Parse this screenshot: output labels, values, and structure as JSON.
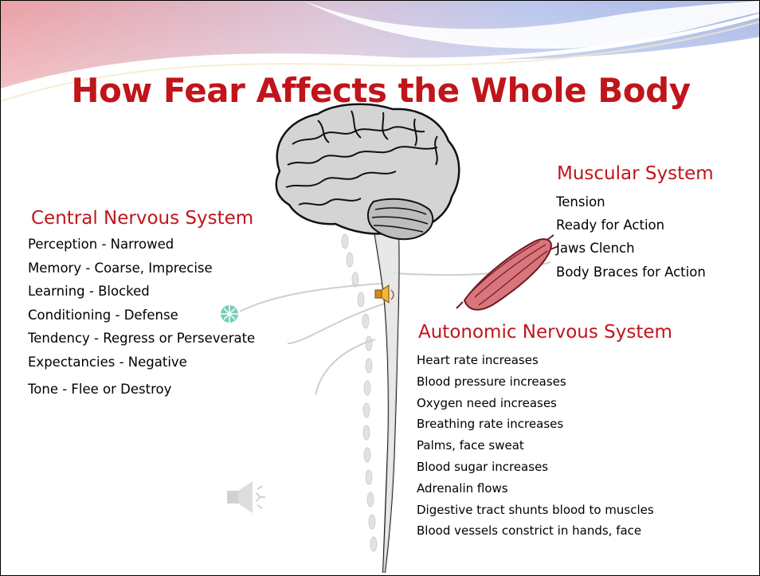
{
  "slide": {
    "title": "How Fear Affects the Whole Body"
  },
  "central_nervous_system": {
    "heading": "Central Nervous System",
    "items": [
      "Perception - Narrowed",
      "Memory - Coarse, Imprecise",
      "Learning - Blocked",
      "Conditioning - Defense",
      "Tendency - Regress or Perseverate",
      "Expectancies - Negative",
      "Tone - Flee or Destroy"
    ]
  },
  "muscular_system": {
    "heading": "Muscular System",
    "items": [
      "Tension",
      "Ready for Action",
      "Jaws Clench",
      "Body Braces for Action"
    ]
  },
  "autonomic_nervous_system": {
    "heading": "Autonomic Nervous System",
    "items": [
      "Heart rate increases",
      "Blood pressure increases",
      "Oxygen need increases",
      "Breathing rate increases",
      "Palms, face sweat",
      "Blood sugar increases",
      "Adrenalin flows",
      "Digestive tract shunts blood to muscles",
      "Blood vessels constrict in hands, face"
    ]
  },
  "colors": {
    "title": "#c0151b",
    "heading": "#c0151b",
    "text": "#000000",
    "banner_blue": "#a9b9e6",
    "banner_pink": "#eaa0a6"
  },
  "icons": {
    "brain": "brain-illustration",
    "spinal_cord": "spinal-cord-illustration",
    "muscle": "muscle-illustration",
    "speaker_small": "speaker-icon",
    "speaker_faded": "speaker-icon"
  }
}
